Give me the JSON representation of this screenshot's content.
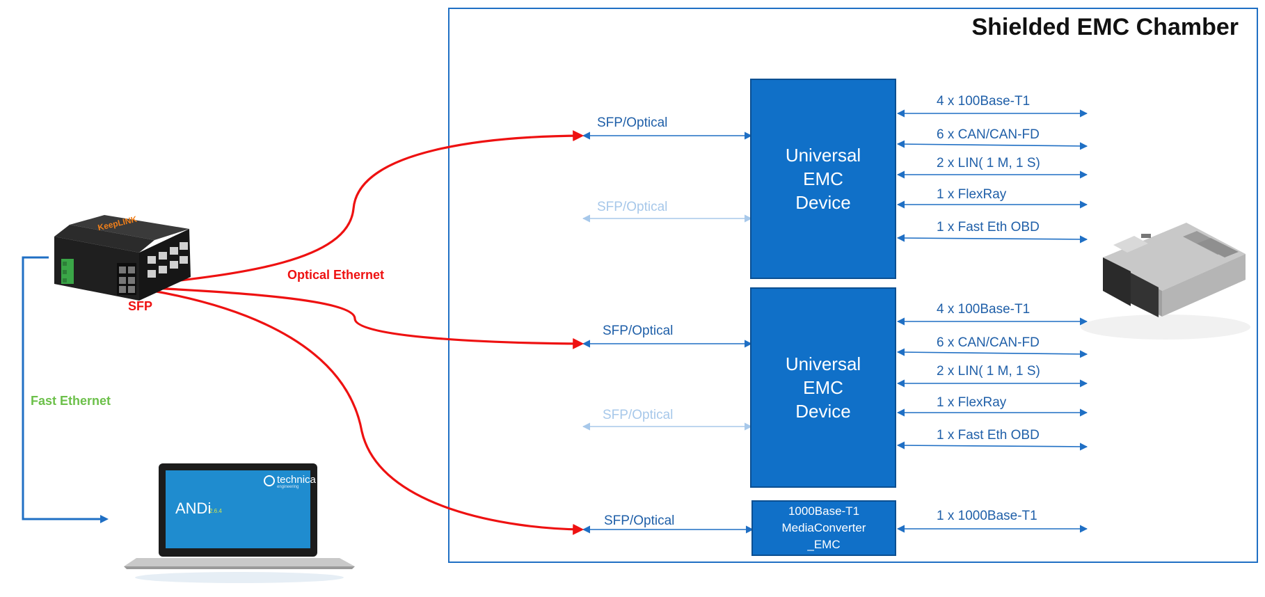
{
  "chamber": {
    "title": "Shielded EMC Chamber"
  },
  "devices": [
    {
      "lines": [
        "Universal",
        "EMC",
        "Device"
      ]
    },
    {
      "lines": [
        "Universal",
        "EMC",
        "Device"
      ]
    },
    {
      "lines": [
        "1000Base-T1",
        "MediaConverter",
        "_EMC"
      ]
    }
  ],
  "device1_ports": [
    "4 x 100Base-T1",
    "6 x CAN/CAN-FD",
    "2 x LIN( 1 M, 1 S)",
    "1 x FlexRay",
    "1 x Fast Eth OBD"
  ],
  "device2_ports": [
    "4 x 100Base-T1",
    "6 x CAN/CAN-FD",
    "2 x LIN( 1 M, 1 S)",
    "1 x FlexRay",
    "1 x Fast Eth OBD"
  ],
  "device3_ports": [
    "1 x 1000Base-T1"
  ],
  "sfp_links": [
    {
      "label": "SFP/Optical",
      "active": true
    },
    {
      "label": "SFP/Optical",
      "active": false
    },
    {
      "label": "SFP/Optical",
      "active": true
    },
    {
      "label": "SFP/Optical",
      "active": false
    },
    {
      "label": "SFP/Optical",
      "active": true
    }
  ],
  "labels": {
    "optical_ethernet": "Optical Ethernet",
    "sfp": "SFP",
    "fast_ethernet": "Fast Ethernet"
  },
  "switch": {
    "brand": "KeepLINK"
  },
  "laptop": {
    "app_name": "ANDi",
    "version": "2.6.4",
    "company": "technica",
    "company_sub": "engineering"
  },
  "colors": {
    "device_fill": "#1070c8",
    "link_blue": "#1f6fc4",
    "optical_red": "#ee1111",
    "fast_eth_green": "#6cc04a",
    "faint_blue": "#a7c8ea"
  }
}
